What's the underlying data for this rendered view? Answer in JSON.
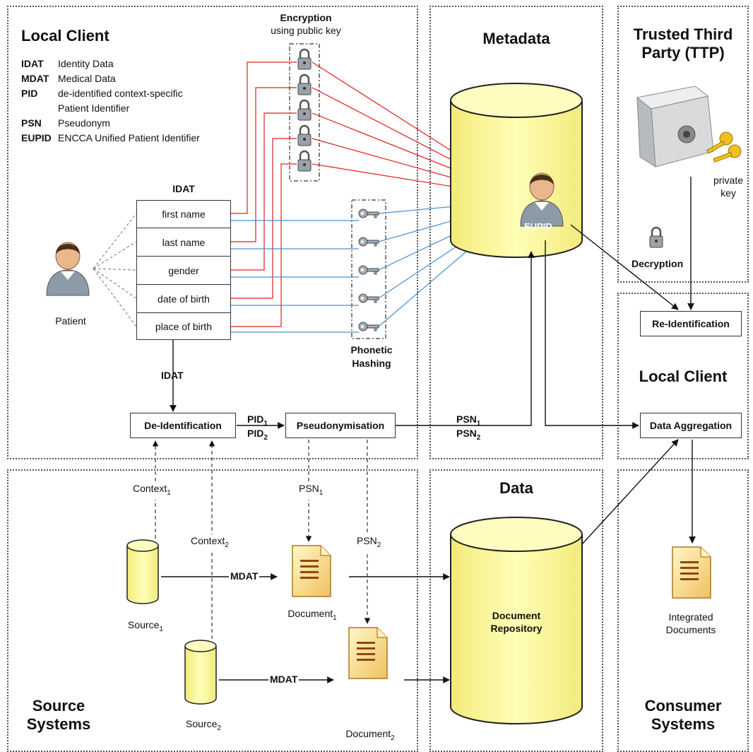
{
  "zones": {
    "local_client_top": "Local Client",
    "metadata": "Metadata",
    "ttp": "Trusted Third\nParty (TTP)",
    "local_client_right": "Local Client",
    "source_systems": "Source\nSystems",
    "data": "Data",
    "consumer_systems": "Consumer\nSystems"
  },
  "legend": [
    {
      "key": "IDAT",
      "value": "Identity Data"
    },
    {
      "key": "MDAT",
      "value": "Medical Data"
    },
    {
      "key": "PID",
      "value": "de-identified context-specific"
    },
    {
      "key": "",
      "value": "Patient Identifier"
    },
    {
      "key": "PSN",
      "value": "Pseudonym"
    },
    {
      "key": "EUPID",
      "value": "ENCCA Unified Patient Identifier"
    }
  ],
  "encryption": {
    "title": "Encryption",
    "subtitle": "using public key"
  },
  "phonetic_hashing": {
    "line1": "Phonetic",
    "line2": "Hashing"
  },
  "idat_table": {
    "header": "IDAT",
    "rows": [
      "first name",
      "last name",
      "gender",
      "date of birth",
      "place of birth"
    ]
  },
  "patient_label": "Patient",
  "idat_arrow_label": "IDAT",
  "processes": {
    "deidentification": "De-Identification",
    "pseudonymisation": "Pseudonymisation",
    "reidentification": "Re-Identification",
    "data_aggregation": "Data Aggregation"
  },
  "flow_labels": {
    "pid1": "PID",
    "pid2": "PID",
    "psn1": "PSN",
    "psn2": "PSN",
    "psn1_down": "PSN",
    "psn2_down": "PSN",
    "context1": "Context",
    "context2": "Context",
    "mdat1": "MDAT",
    "mdat2": "MDAT",
    "sub1": "1",
    "sub2": "2"
  },
  "eupid": "EUPID",
  "ttp": {
    "private_key": "private\nkey",
    "decryption": "Decryption"
  },
  "sources": {
    "source1": "Source",
    "source2": "Source"
  },
  "documents": {
    "doc1": "Document",
    "doc2": "Document"
  },
  "repository": "Document\nRepository",
  "integrated_documents": "Integrated\nDocuments"
}
